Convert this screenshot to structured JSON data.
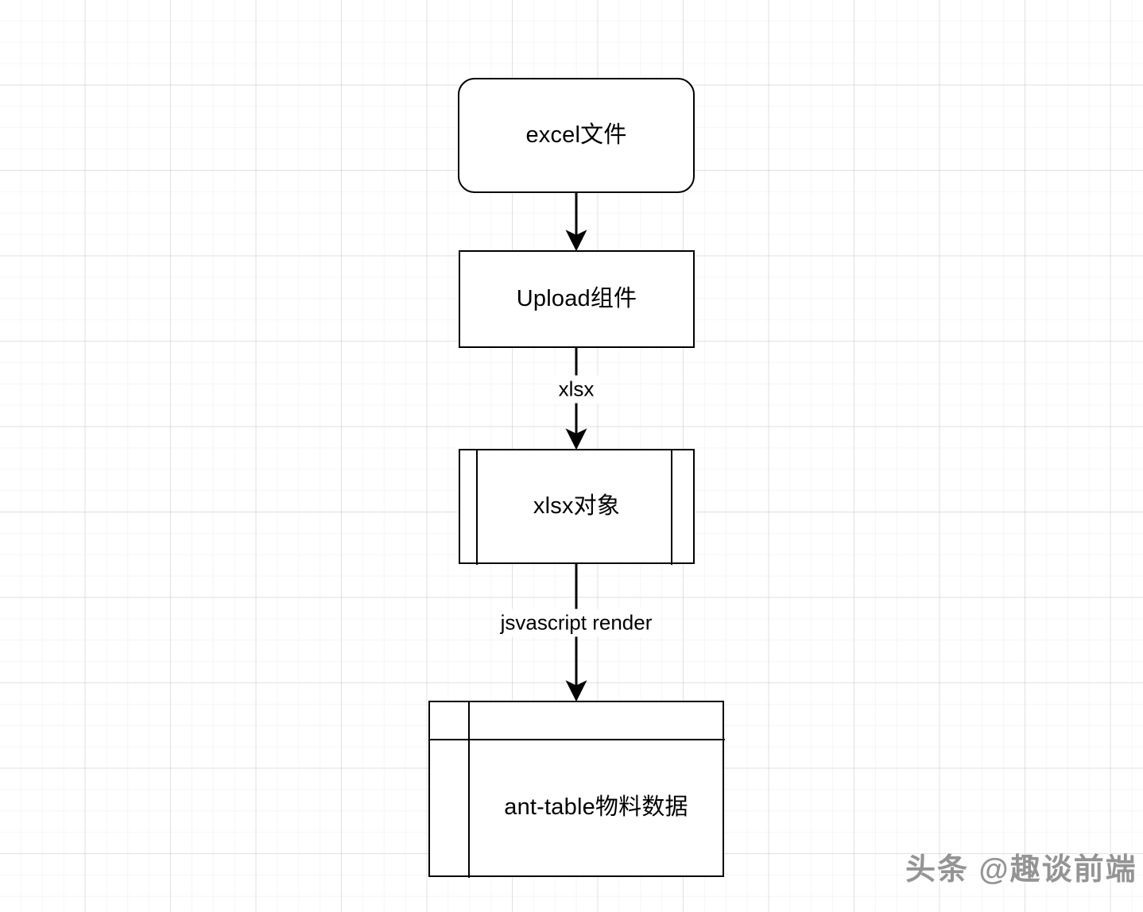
{
  "diagram": {
    "type": "flowchart",
    "orientation": "top-to-bottom",
    "background": "grid-paper",
    "stroke_color": "#000000",
    "fill_color": "#ffffff",
    "text_color": "#000000",
    "nodes": [
      {
        "id": "excel-file",
        "label": "excel文件",
        "shape": "rounded-rectangle"
      },
      {
        "id": "upload-component",
        "label": "Upload组件",
        "shape": "rectangle"
      },
      {
        "id": "xlsx-object",
        "label": "xlsx对象",
        "shape": "predefined-process"
      },
      {
        "id": "ant-table",
        "label": "ant-table物料数据",
        "shape": "table"
      }
    ],
    "edges": [
      {
        "from": "excel-file",
        "to": "upload-component",
        "label": "",
        "arrow": "filled-triangle"
      },
      {
        "from": "upload-component",
        "to": "xlsx-object",
        "label": "xlsx",
        "arrow": "filled-triangle"
      },
      {
        "from": "xlsx-object",
        "to": "ant-table",
        "label": "jsvascript render",
        "arrow": "filled-triangle"
      }
    ]
  },
  "watermark": {
    "text": "头条 @趣谈前端"
  }
}
